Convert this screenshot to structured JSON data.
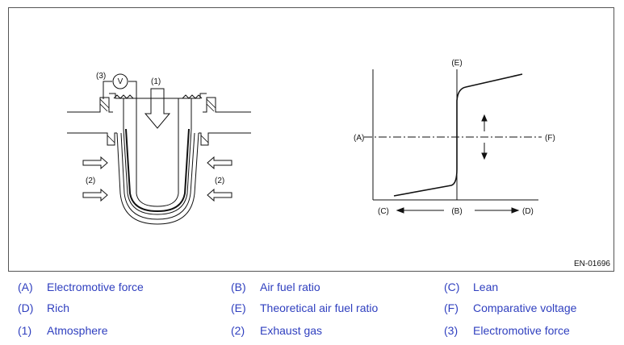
{
  "figure": {
    "id": "EN-01696",
    "sensor_labels": {
      "atmosphere": "(1)",
      "exhaust": "(2)",
      "voltmeter": "(3)",
      "voltmeter_symbol": "V"
    },
    "graph_labels": {
      "a": "(A)",
      "b": "(B)",
      "c": "(C)",
      "d": "(D)",
      "e": "(E)",
      "f": "(F)"
    }
  },
  "legend": {
    "rows": [
      [
        {
          "key": "(A)",
          "text": "Electromotive force"
        },
        {
          "key": "(B)",
          "text": "Air fuel ratio"
        },
        {
          "key": "(C)",
          "text": "Lean"
        }
      ],
      [
        {
          "key": "(D)",
          "text": "Rich"
        },
        {
          "key": "(E)",
          "text": "Theoretical air fuel ratio"
        },
        {
          "key": "(F)",
          "text": "Comparative voltage"
        }
      ],
      [
        {
          "key": "(1)",
          "text": "Atmosphere"
        },
        {
          "key": "(2)",
          "text": "Exhaust gas"
        },
        {
          "key": "(3)",
          "text": "Electromotive force"
        }
      ]
    ]
  },
  "colors": {
    "legend_text": "#2f3fbf",
    "line": "#111111"
  }
}
